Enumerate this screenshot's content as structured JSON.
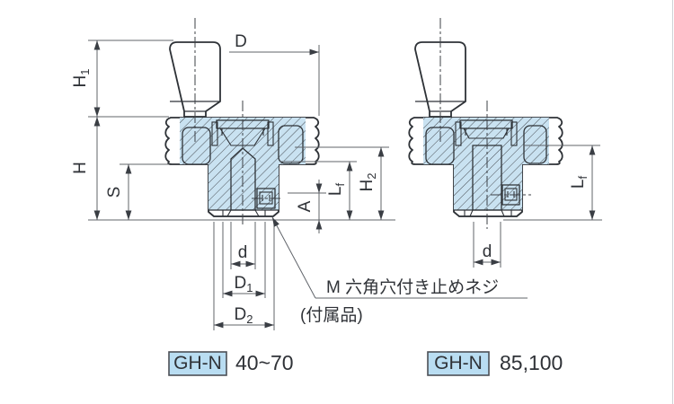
{
  "drawing": {
    "dims": {
      "h1": {
        "base": "H",
        "sub": "1"
      },
      "h": {
        "base": "H",
        "sub": ""
      },
      "s": {
        "base": "S",
        "sub": ""
      },
      "d_outer": {
        "base": "D",
        "sub": ""
      },
      "a": {
        "base": "A",
        "sub": ""
      },
      "lf": {
        "base": "L",
        "sub": "f"
      },
      "h2": {
        "base": "H",
        "sub": "2"
      },
      "d_shaft": {
        "base": "d",
        "sub": ""
      },
      "d1": {
        "base": "D",
        "sub": "1"
      },
      "d2": {
        "base": "D",
        "sub": "2"
      },
      "lf_right": {
        "base": "L",
        "sub": "f"
      },
      "d_shaft_right": {
        "base": "d",
        "sub": ""
      }
    },
    "annotation": {
      "line1": "M 六角穴付き止めネジ",
      "line2": "(付属品)"
    },
    "captions": {
      "left": {
        "badge": "GH-N",
        "sizes": "40~70"
      },
      "right": {
        "badge": "GH-N",
        "sizes": "85,100"
      }
    },
    "colors": {
      "part_fill": "#c9e2f1",
      "outline": "#2e3237",
      "dim_line": "#60646a",
      "badge_fill": "#b9ddf2",
      "text": "#2f3237"
    }
  }
}
